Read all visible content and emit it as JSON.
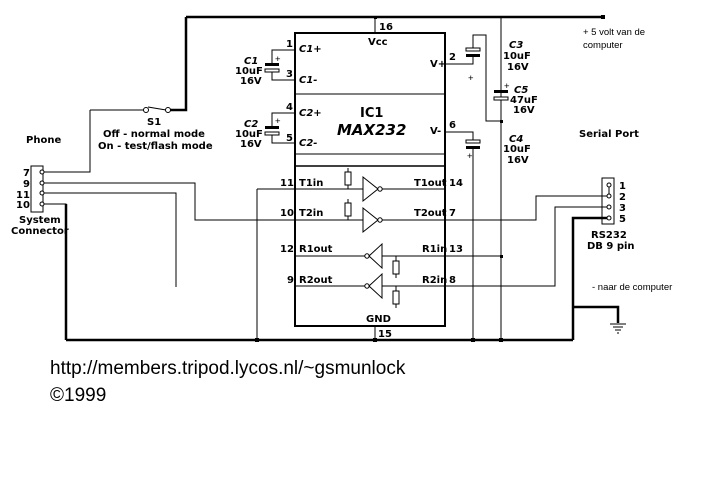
{
  "title": "MAX232 GSM phone to RS232 serial port interface schematic",
  "ic": {
    "ref": "IC1",
    "part": "MAX232",
    "vcc_label": "Vcc",
    "gnd_label": "GND",
    "vcc_pin": "16",
    "gnd_pin": "15",
    "left_pins": [
      {
        "num": "1",
        "name": "C1+"
      },
      {
        "num": "3",
        "name": "C1-"
      },
      {
        "num": "4",
        "name": "C2+"
      },
      {
        "num": "5",
        "name": "C2-"
      },
      {
        "num": "11",
        "name": "T1in"
      },
      {
        "num": "10",
        "name": "T2in"
      },
      {
        "num": "12",
        "name": "R1out"
      },
      {
        "num": "9",
        "name": "R2out"
      }
    ],
    "right_pins": [
      {
        "num": "2",
        "name": "V+"
      },
      {
        "num": "6",
        "name": "V-"
      },
      {
        "num": "14",
        "name": "T1out"
      },
      {
        "num": "7",
        "name": "T2out"
      },
      {
        "num": "13",
        "name": "R1in"
      },
      {
        "num": "8",
        "name": "R2in"
      }
    ]
  },
  "capacitors": [
    {
      "ref": "C1",
      "value": "10uF",
      "voltage": "16V"
    },
    {
      "ref": "C2",
      "value": "10uF",
      "voltage": "16V"
    },
    {
      "ref": "C3",
      "value": "10uF",
      "voltage": "16V"
    },
    {
      "ref": "C5",
      "value": "47uF",
      "voltage": "16V"
    },
    {
      "ref": "C4",
      "value": "10uF",
      "voltage": "16V"
    }
  ],
  "plus_sign": "+",
  "switch": {
    "ref": "S1",
    "line1": "Off - normal mode",
    "line2": "On - test/flash mode"
  },
  "phone": {
    "title": "Phone",
    "pins": [
      "7",
      "9",
      "11",
      "10"
    ],
    "connector_line1": "System",
    "connector_line2": "Connector"
  },
  "serial": {
    "title": "Serial Port",
    "pins": [
      "1",
      "2",
      "3",
      "5"
    ],
    "connector_line1": "RS232",
    "connector_line2": "DB 9 pin"
  },
  "notes": {
    "power_line1": "+ 5 volt van de",
    "power_line2": "computer",
    "ground_note": "- naar de computer"
  },
  "footer": {
    "url": "http://members.tripod.lycos.nl/~gsmunlock",
    "copyright": "©1999"
  }
}
